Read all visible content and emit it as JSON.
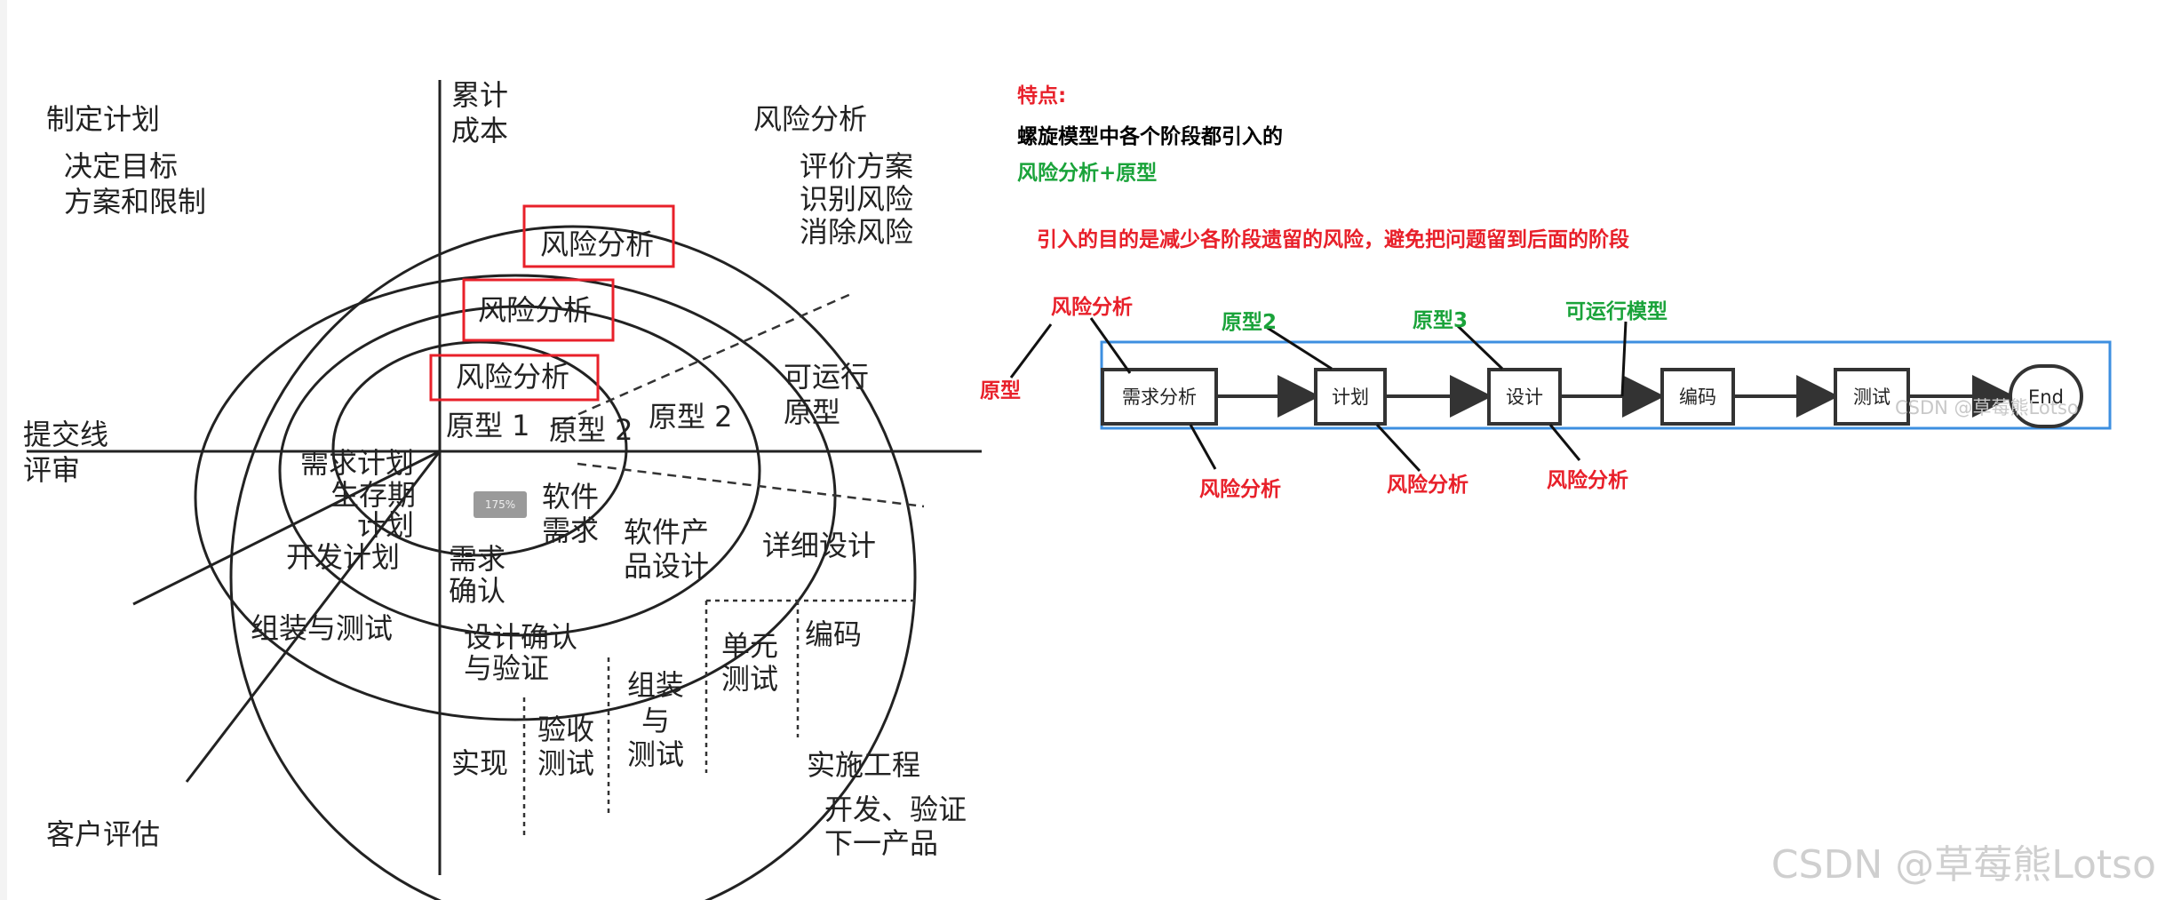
{
  "spiral": {
    "plan_title": "制定计划",
    "plan_sub1": "决定目标",
    "plan_sub2": "方案和限制",
    "cum_cost1": "累计",
    "cum_cost2": "成本",
    "risk_title": "风险分析",
    "risk_sub1": "评价方案",
    "risk_sub2": "识别风险",
    "risk_sub3": "消除风险",
    "risk_box1": "风险分析",
    "risk_box2": "风险分析",
    "risk_box3": "风险分析",
    "runnable1": "可运行",
    "runnable2": "原型",
    "proto1": "原型 1",
    "proto2a": "原型 2",
    "proto2b": "原型 2",
    "submit1": "提交线",
    "submit2": "评审",
    "req_plan1": "需求计划",
    "req_plan2": "生存期",
    "req_plan3": "计划",
    "sw1": "软件",
    "sw2": "需求",
    "sw_design1": "软件产",
    "sw_design2": "品设计",
    "detail_design": "详细设计",
    "dev_plan": "开发计划",
    "req_confirm1": "需求",
    "req_confirm2": "确认",
    "assemble_test": "组装与测试",
    "design_confirm1": "设计确认",
    "design_confirm2": "与验证",
    "unit1": "单元",
    "unit2": "测试",
    "coding": "编码",
    "assemble1": "组装",
    "assemble2": "与",
    "assemble3": "测试",
    "accept1": "验收",
    "accept2": "测试",
    "implement": "实现",
    "eng_title": "实施工程",
    "eng_sub1": "开发、验证",
    "eng_sub2": "下一产品",
    "customer_eval": "客户评估",
    "zoom_badge": "175%"
  },
  "notes": {
    "feature_label": "特点:",
    "line1": "螺旋模型中各个阶段都引入的",
    "line2": "风险分析+原型",
    "line3": "引入的目的是减少各阶段遗留的风险，避免把问题留到后面的阶段"
  },
  "flow": {
    "steps": [
      "需求分析",
      "计划",
      "设计",
      "编码",
      "测试"
    ],
    "end_label": "End",
    "top_risk": "风险分析",
    "proto": "原型",
    "proto2": "原型2",
    "proto3": "原型3",
    "runnable_model": "可运行模型",
    "bottom_risk1": "风险分析",
    "bottom_risk2": "风险分析",
    "bottom_risk3": "风险分析",
    "inner_watermark": "CSDN @草莓熊Lotso"
  },
  "watermark": "CSDN @草莓熊Lotso",
  "colors": {
    "red": "#e8202a",
    "green": "#1aa33a",
    "blue_frame": "#3d8fe0",
    "black": "#000000"
  }
}
